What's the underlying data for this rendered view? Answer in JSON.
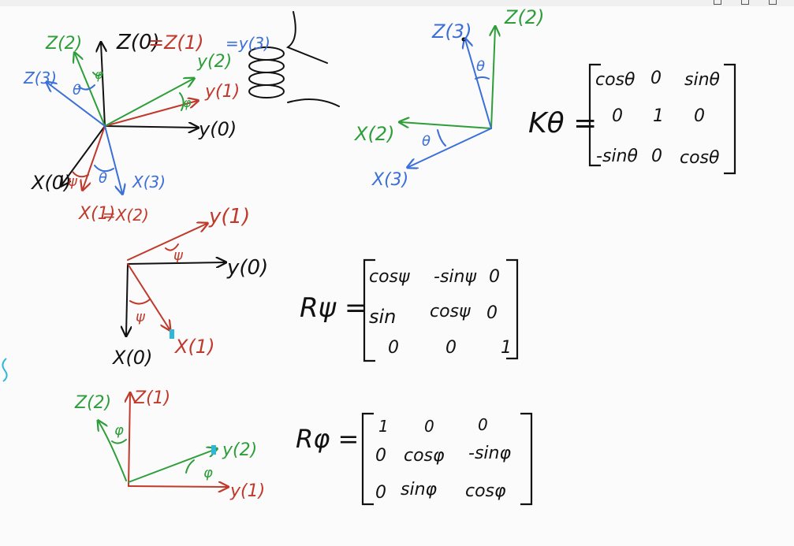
{
  "colors": {
    "ink": "#111111",
    "red": "#c0392b",
    "green": "#2e9e3a",
    "blue": "#3b6fd8",
    "cyan": "#2fb7d8",
    "background": "#fbfbfb"
  },
  "diagram_3d": {
    "z0": "Z(0)",
    "z0_eq": "=Z(1)",
    "z2": "Z(2)",
    "z3": "Z(3)",
    "y2": "y(2)",
    "y2_eq": "=y(3)",
    "y1": "y(1)",
    "y0": "y(0)",
    "x0": "X(0)",
    "x1": "X(1)",
    "x1_eq": "=X(2)",
    "x3": "X(3)",
    "theta": "θ",
    "phi": "φ",
    "psi": "ψ"
  },
  "diagram_theta": {
    "z3": "Z(3)",
    "z2": "Z(2)",
    "x2": "X(2)",
    "x3": "X(3)",
    "theta": "θ"
  },
  "matrix_theta": {
    "lhs": "Kθ =",
    "rows": [
      [
        "cosθ",
        "0",
        "sinθ"
      ],
      [
        "0",
        "1",
        "0"
      ],
      [
        "-sinθ",
        "0",
        "cosθ"
      ]
    ]
  },
  "diagram_psi": {
    "y1": "y(1)",
    "y0": "y(0)",
    "x0": "X(0)",
    "x1": "X(1)",
    "psi": "ψ"
  },
  "matrix_psi": {
    "lhs": "Rψ =",
    "rows": [
      [
        "cosψ",
        "-sinψ",
        "0"
      ],
      [
        "sin",
        "cosψ",
        "0"
      ],
      [
        "0",
        "0",
        "1"
      ]
    ]
  },
  "diagram_phi": {
    "z2": "Z(2)",
    "z1": "Z(1)",
    "y2": "y(2)",
    "y1": "y(1)",
    "phi": "φ"
  },
  "matrix_phi": {
    "lhs": "Rφ =",
    "rows": [
      [
        "1",
        "0",
        "0"
      ],
      [
        "0",
        "cosφ",
        "-sinφ"
      ],
      [
        "0",
        "sinφ",
        "cosφ"
      ]
    ]
  }
}
